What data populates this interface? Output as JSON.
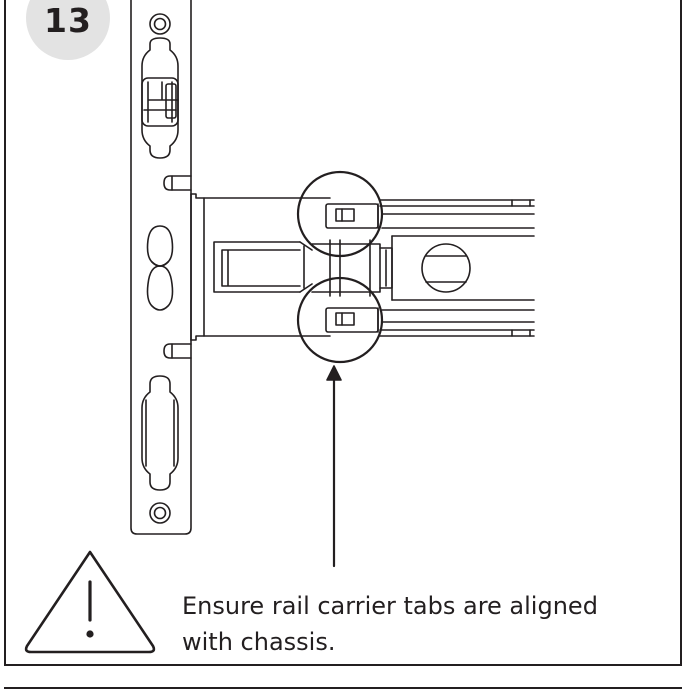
{
  "step": {
    "number": "13"
  },
  "caption": {
    "line1": "Ensure rail carrier tabs are aligned",
    "line2": "with chassis."
  },
  "icons": {
    "warning": "warning-triangle-icon"
  },
  "colors": {
    "ink": "#231f20",
    "badge": "#e3e3e3",
    "background": "#ffffff"
  }
}
